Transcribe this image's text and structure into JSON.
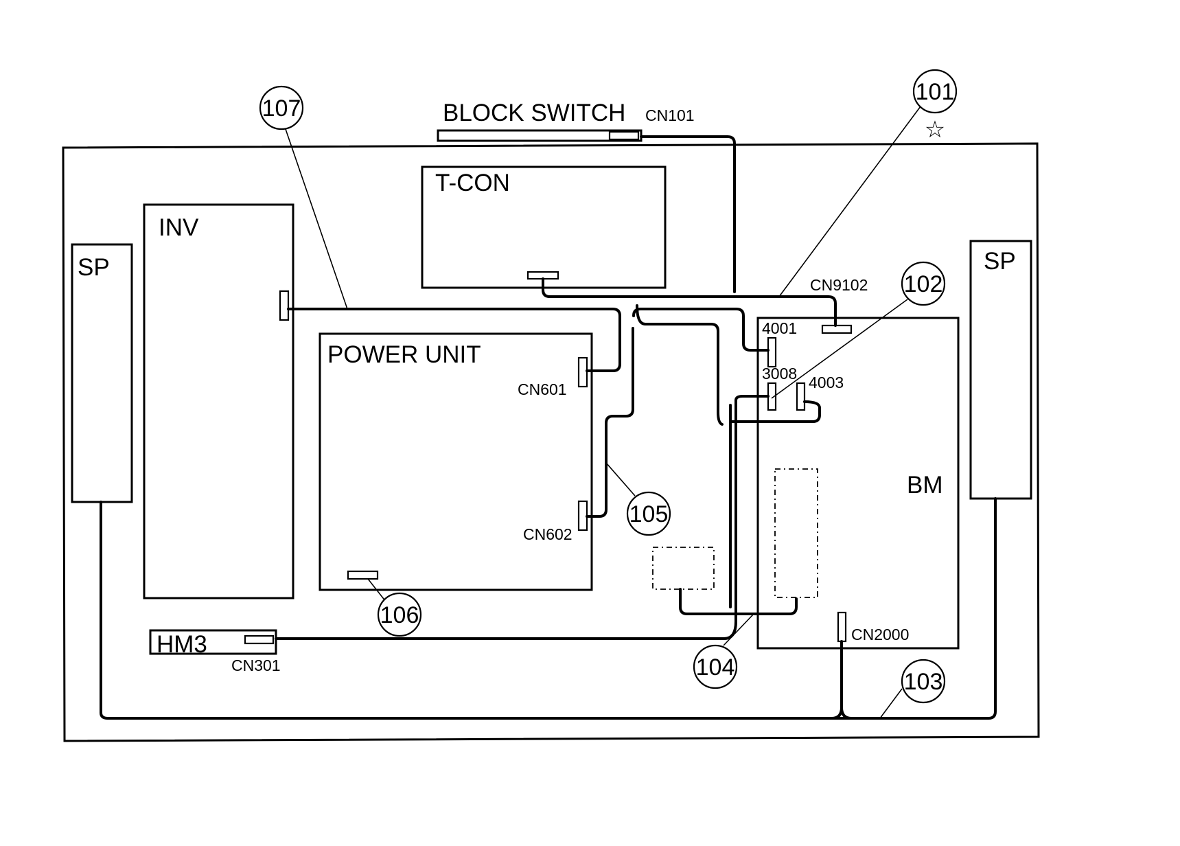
{
  "blocks": {
    "block_switch": "BLOCK SWITCH",
    "t_con": "T-CON",
    "inv": "INV",
    "sp_left": "SP",
    "sp_right": "SP",
    "power_unit": "POWER UNIT",
    "bm": "BM",
    "hm3": "HM3"
  },
  "connectors": {
    "cn101": "CN101",
    "cn9102": "CN9102",
    "cn4001": "4001",
    "cn3008": "3008",
    "cn4003": "4003",
    "cn601": "CN601",
    "cn602": "CN602",
    "cn301": "CN301",
    "cn2000": "CN2000"
  },
  "callouts": {
    "c101": "101",
    "c102": "102",
    "c103": "103",
    "c104": "104",
    "c105": "105",
    "c106": "106",
    "c107": "107"
  },
  "marks": {
    "star": "☆"
  }
}
